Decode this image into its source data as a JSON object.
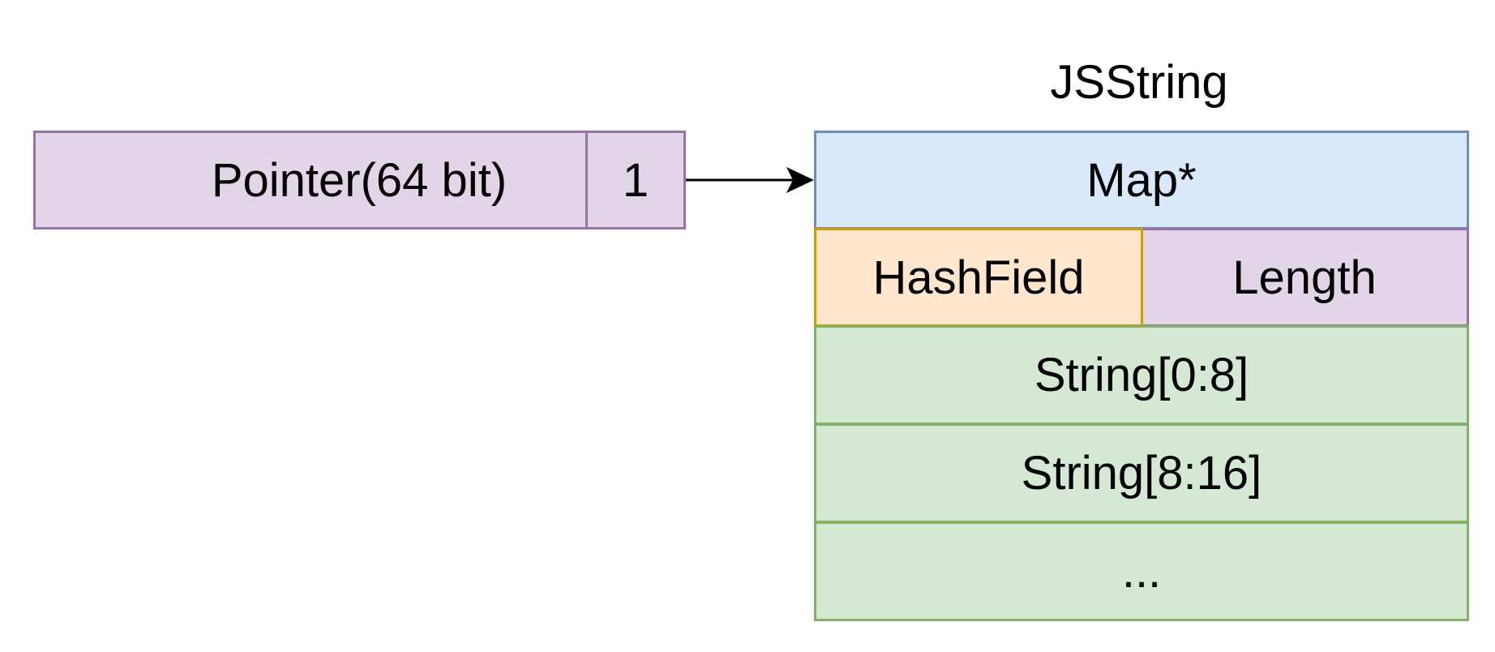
{
  "title": "JSString",
  "pointer": {
    "pointer_label": "Pointer(64 bit)",
    "tag_label": "1"
  },
  "jsstring": {
    "map_label": "Map*",
    "hashfield_label": "HashField",
    "length_label": "Length",
    "rows": [
      "String[0:8]",
      "String[8:16]",
      "..."
    ]
  },
  "colors": {
    "purple_fill": "#e1d5e7",
    "purple_stroke": "#9673a6",
    "blue_fill": "#dae8fc",
    "blue_stroke": "#6c8ebf",
    "orange_fill": "#ffe6cc",
    "orange_stroke": "#d79b00",
    "green_fill": "#d5e8d4",
    "green_stroke": "#82b366"
  }
}
